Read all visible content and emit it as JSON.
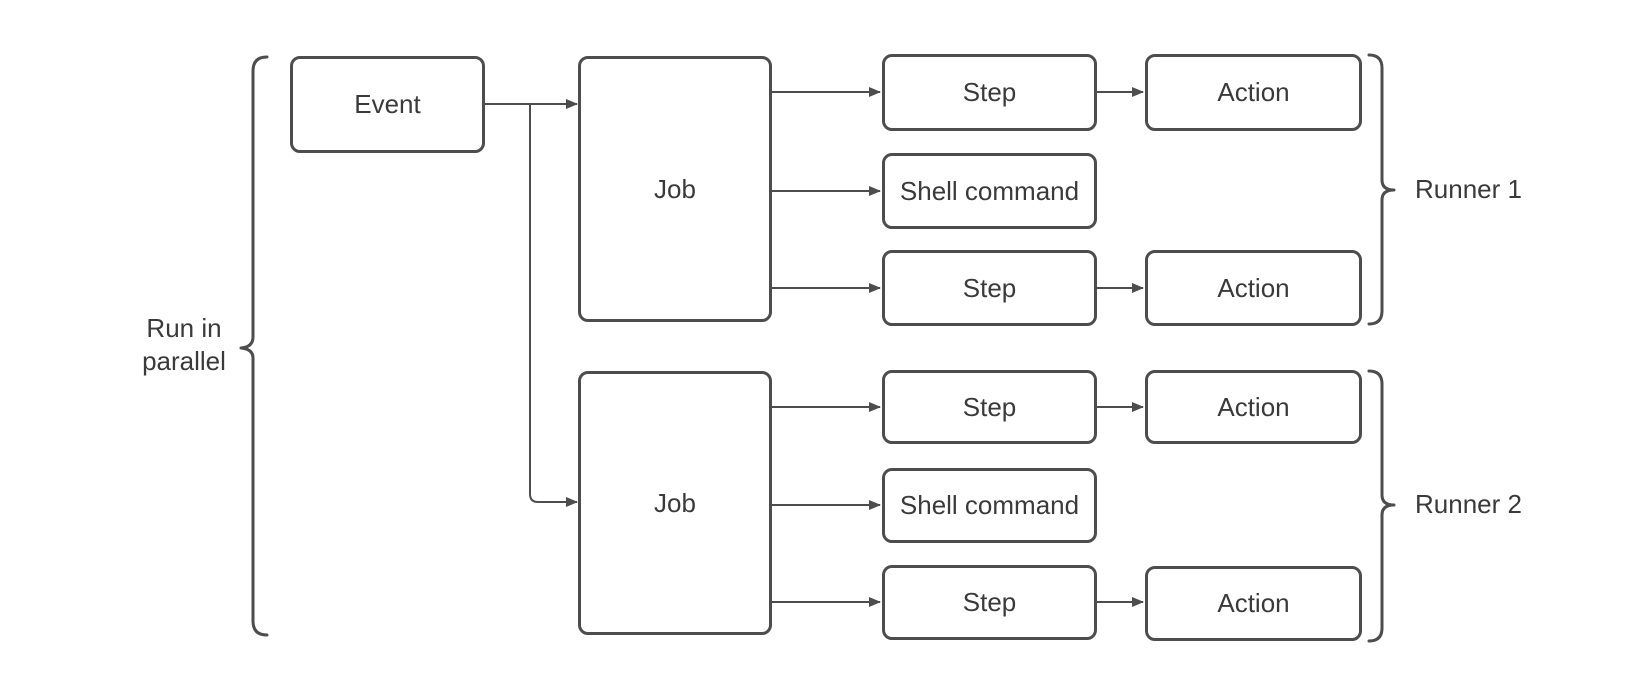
{
  "colors": {
    "background": "#ffffff",
    "stroke": "#4d4d4d",
    "text": "#3a3a3a"
  },
  "nodes": {
    "event": "Event",
    "job1": "Job",
    "job2": "Job",
    "step1": "Step",
    "step2": "Step",
    "step3": "Step",
    "step4": "Step",
    "shell1": "Shell command",
    "shell2": "Shell command",
    "action1": "Action",
    "action2": "Action",
    "action3": "Action",
    "action4": "Action"
  },
  "annotations": {
    "parallel_line1": "Run in",
    "parallel_line2": "parallel",
    "runner1": "Runner 1",
    "runner2": "Runner 2"
  },
  "edges": [
    "event -> job1",
    "event -> job2",
    "job1 -> step1",
    "job1 -> shell1",
    "job1 -> step2",
    "step1 -> action1",
    "step2 -> action2",
    "job2 -> step3",
    "job2 -> shell2",
    "job2 -> step4",
    "step3 -> action3",
    "step4 -> action4"
  ]
}
